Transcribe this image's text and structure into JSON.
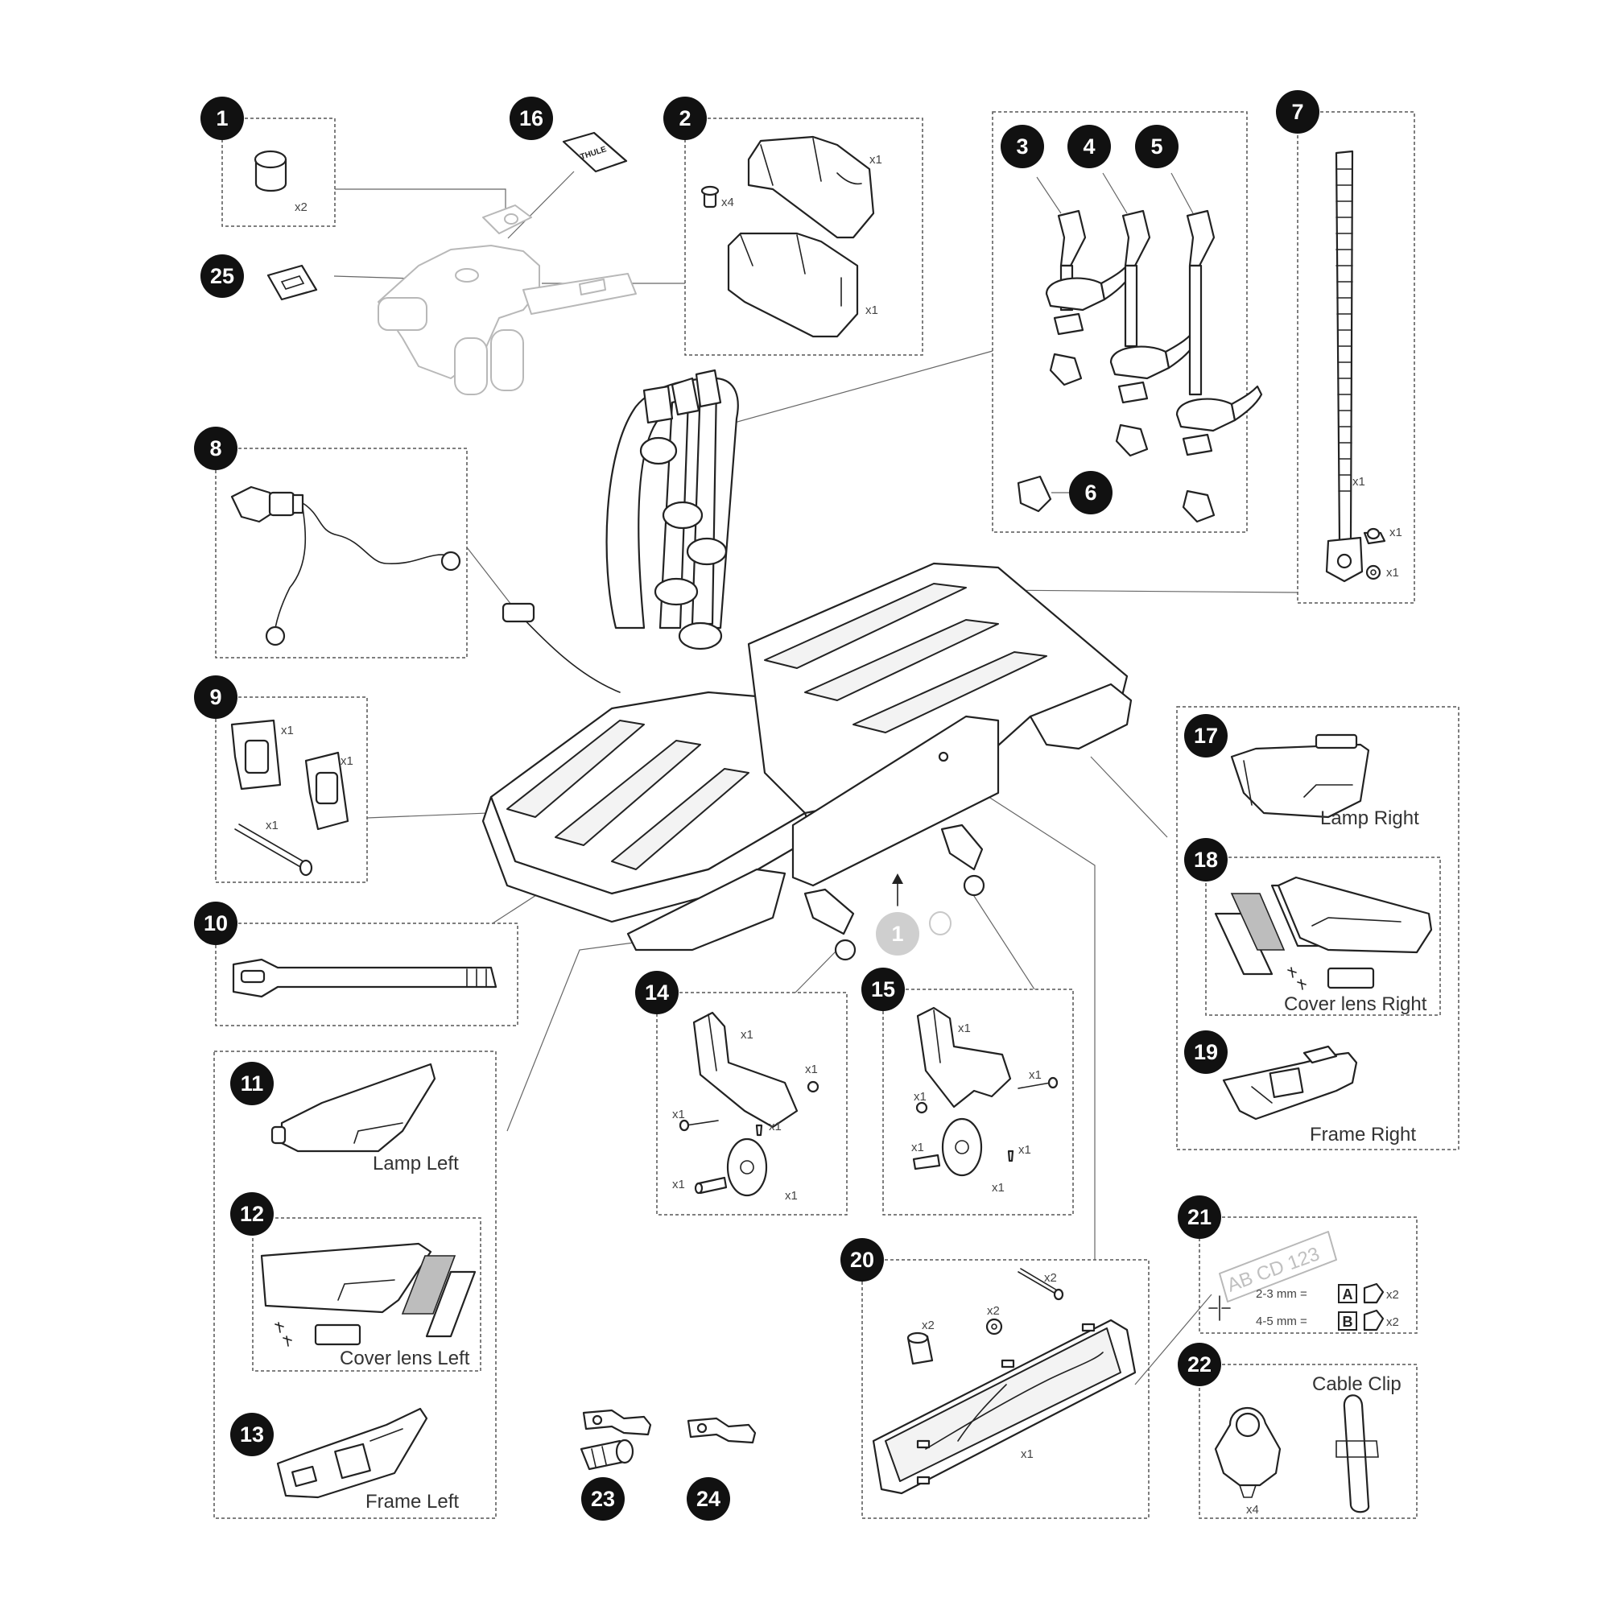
{
  "callouts": {
    "p1": "1",
    "p2": "2",
    "p3": "3",
    "p4": "4",
    "p5": "5",
    "p6": "6",
    "p7": "7",
    "p8": "8",
    "p9": "9",
    "p10": "10",
    "p11": "11",
    "p12": "12",
    "p13": "13",
    "p14": "14",
    "p15": "15",
    "p16": "16",
    "p17": "17",
    "p18": "18",
    "p19": "19",
    "p20": "20",
    "p21": "21",
    "p22": "22",
    "p23": "23",
    "p24": "24",
    "p25": "25",
    "p1_ghost": "1"
  },
  "labels": {
    "lamp_right": "Lamp Right",
    "cover_lens_right": "Cover lens Right",
    "frame_right": "Frame Right",
    "lamp_left": "Lamp Left",
    "cover_lens_left": "Cover lens Left",
    "frame_left": "Frame Left",
    "cable_clip": "Cable Clip"
  },
  "quantities": {
    "x1": "x1",
    "x2": "x2",
    "x4": "x4"
  },
  "logo_text": "THULE",
  "plate": {
    "sample_text": "AB CD 123",
    "spec_a_text": "2-3 mm =",
    "spec_a_letter": "A",
    "spec_b_text": "4-5 mm =",
    "spec_b_letter": "B"
  },
  "colors": {
    "badge": "#111111",
    "line": "#222222",
    "ghost": "#b8b8b8",
    "ghost_badge": "#c8c8c8"
  }
}
